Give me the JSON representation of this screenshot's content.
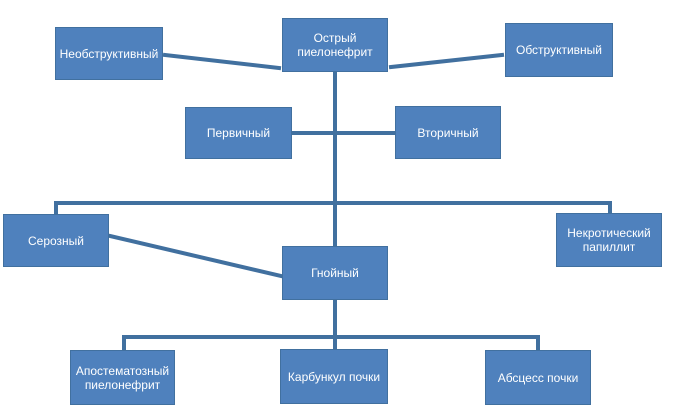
{
  "diagram": {
    "nodes": {
      "root": "Острый\nпиелонефрит",
      "nonobstructive": "Необструктивный",
      "obstructive": "Обструктивный",
      "primary": "Первичный",
      "secondary": "Вторичный",
      "serous": "Серозный",
      "necrotic": "Некротический\nпапиллит",
      "purulent": "Гнойный",
      "apostematous": "Апостематозный\nпиелонефрит",
      "carbuncle": "Карбункул почки",
      "abscess": "Абсцесс почки"
    },
    "colors": {
      "box_fill": "#4f81bd",
      "box_border": "#41709f",
      "connector": "#41709f",
      "text": "#ffffff"
    }
  }
}
